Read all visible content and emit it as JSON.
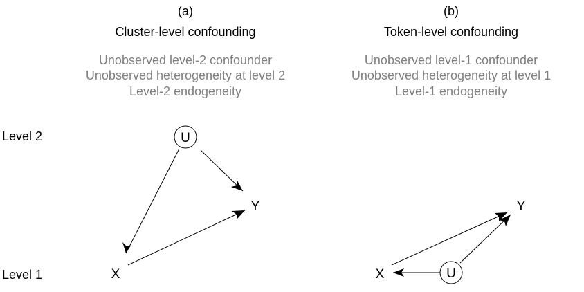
{
  "levels": {
    "level2": "Level 2",
    "level1": "Level 1"
  },
  "panel_a": {
    "letter": "(a)",
    "title": "Cluster-level confounding",
    "subtitles": [
      "Unobserved level-2 confounder",
      "Unobserved heterogeneity at level 2",
      "Level-2 endogeneity"
    ],
    "nodes": {
      "u": "U",
      "x": "X",
      "y": "Y"
    }
  },
  "panel_b": {
    "letter": "(b)",
    "title": "Token-level confounding",
    "subtitles": [
      "Unobserved level-1 confounder",
      "Unobserved heterogeneity at level 1",
      "Level-1 endogeneity"
    ],
    "nodes": {
      "u": "U",
      "x": "X",
      "y": "Y"
    }
  },
  "colors": {
    "text": "#000000",
    "subtitle": "#808080",
    "line": "#000000"
  }
}
